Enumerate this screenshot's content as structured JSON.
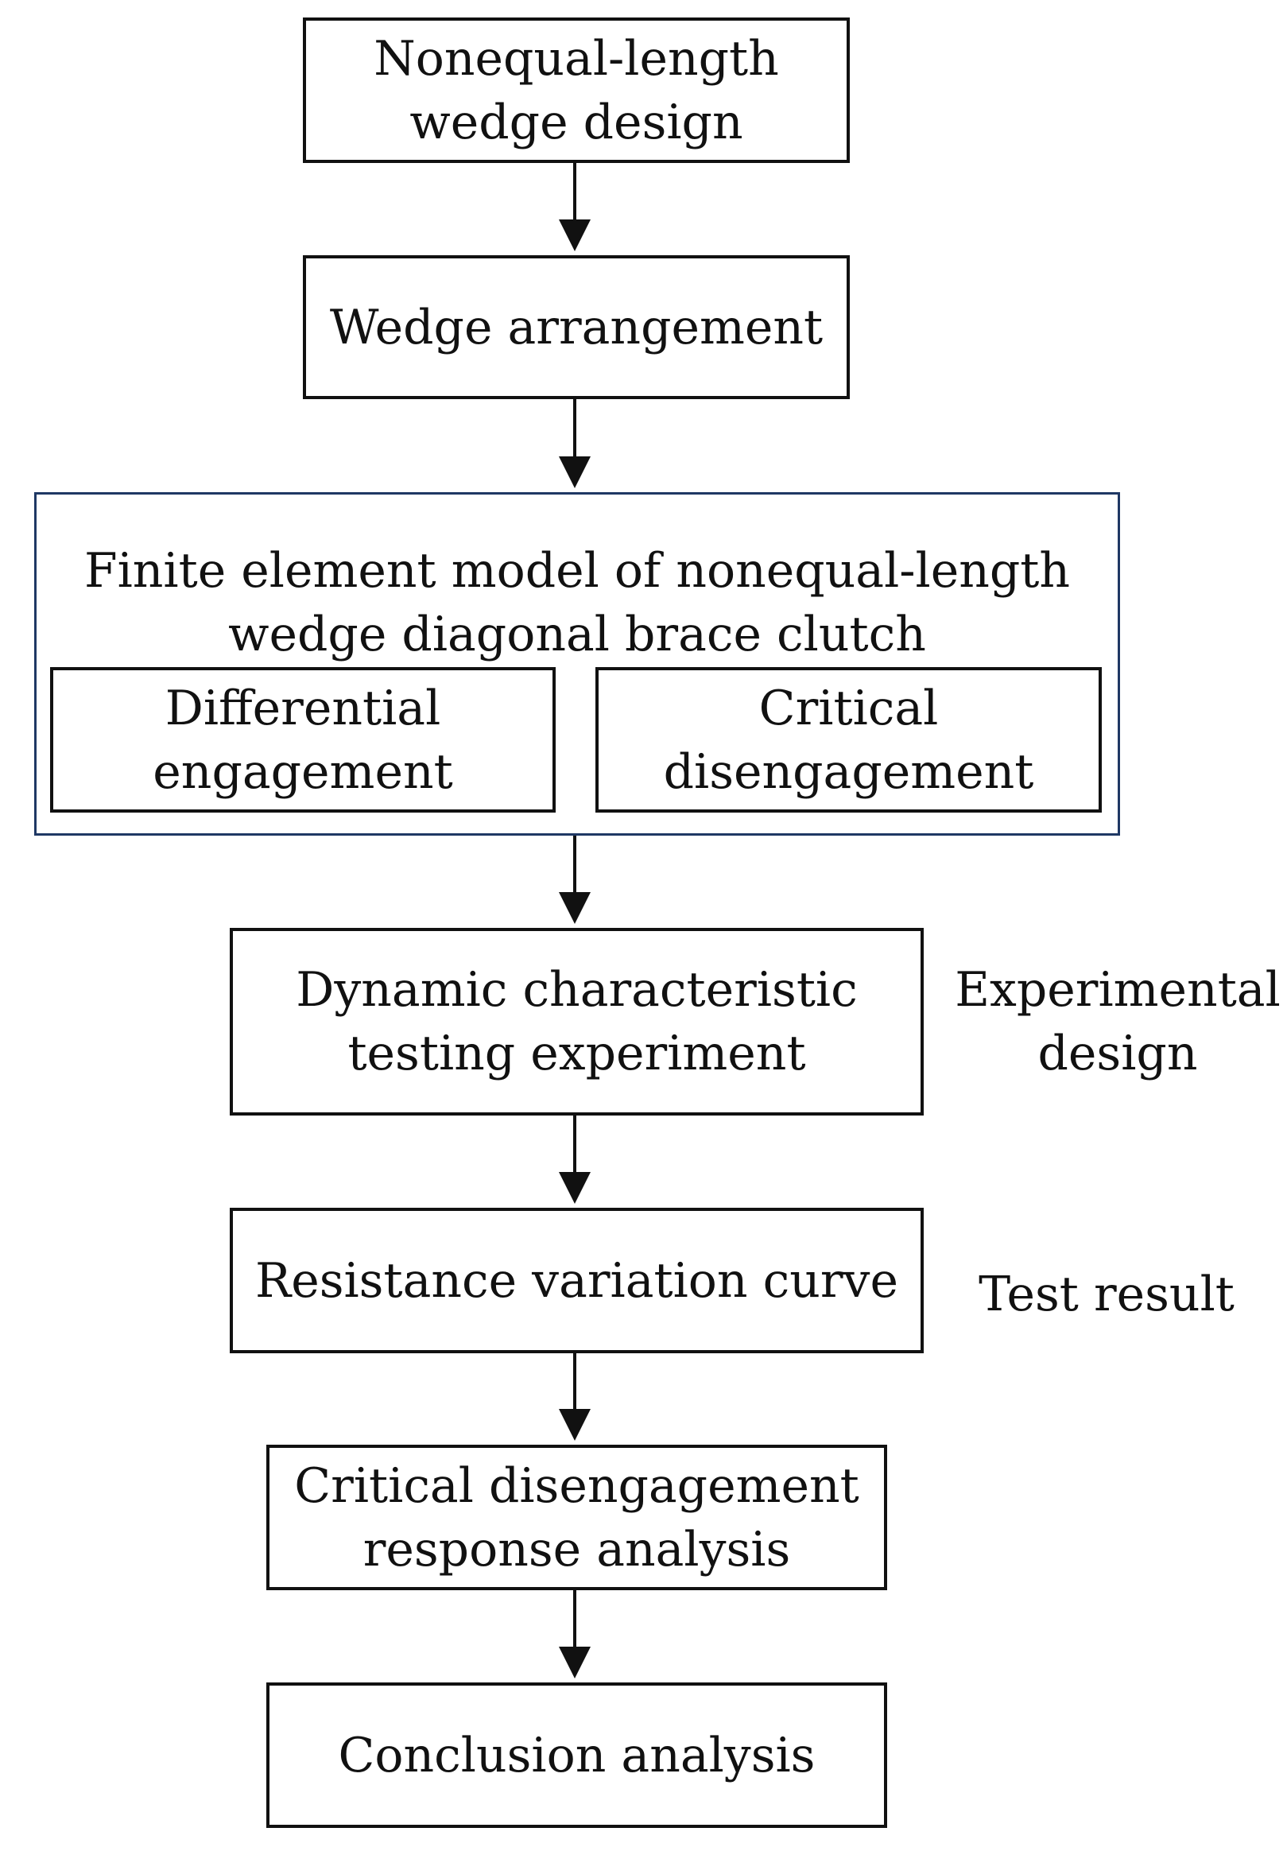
{
  "nodes": {
    "wedge_design": {
      "lines": [
        "Nonequal-length",
        "wedge design"
      ]
    },
    "wedge_arrangement": {
      "lines": [
        "Wedge arrangement"
      ]
    },
    "fe_model": {
      "title_lines": [
        "Finite element model of nonequal-length",
        "wedge diagonal brace clutch"
      ],
      "differential": {
        "lines": [
          "Differential",
          "engagement"
        ]
      },
      "critical": {
        "lines": [
          "Critical",
          "disengagement"
        ]
      }
    },
    "dynamic_test": {
      "lines": [
        "Dynamic characteristic",
        "testing experiment"
      ]
    },
    "resistance_curve": {
      "lines": [
        "Resistance variation curve"
      ]
    },
    "response_analysis": {
      "lines": [
        "Critical disengagement",
        "response analysis"
      ]
    },
    "conclusion": {
      "lines": [
        "Conclusion analysis"
      ]
    }
  },
  "side_labels": {
    "experimental_design": [
      "Experimental",
      "design"
    ],
    "test_result": [
      "Test result"
    ]
  },
  "colors": {
    "box_border": "#111111",
    "group_border": "#1f3864",
    "arrow": "#111111"
  }
}
